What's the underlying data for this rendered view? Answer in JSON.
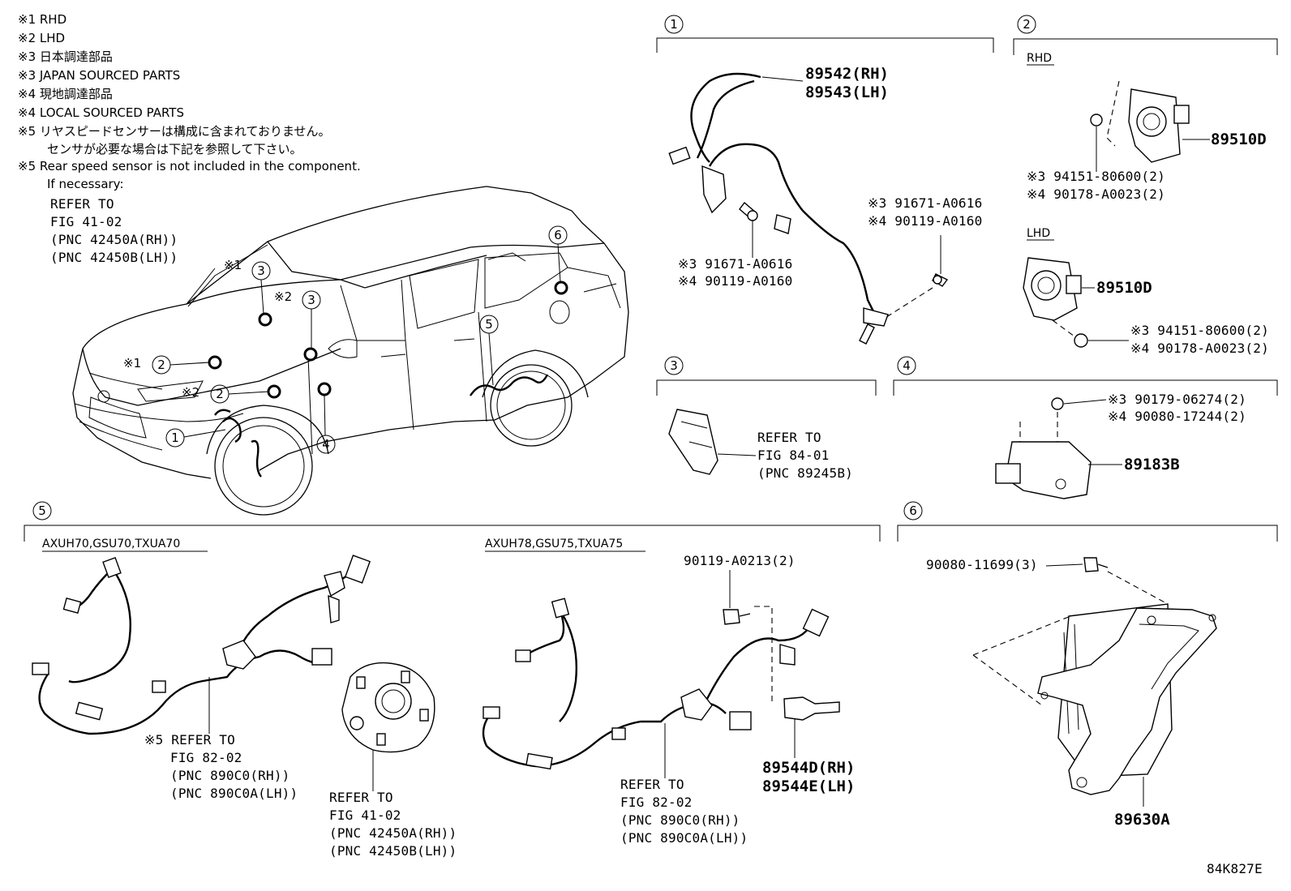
{
  "notes": [
    "※1 RHD",
    "※2 LHD",
    "※3 日本調達部品",
    "※3 JAPAN SOURCED PARTS",
    "※4 現地調達部品",
    "※4 LOCAL SOURCED PARTS",
    "※5 リヤスピードセンサーは構成に含まれておりません。",
    "センサが必要な場合は下記を参照して下さい。",
    "※5 Rear speed sensor is not included in the component.",
    "If necessary:"
  ],
  "refer_main": [
    "REFER TO",
    "FIG 41-02",
    "(PNC 42450A(RH))",
    "(PNC 42450B(LH))"
  ],
  "car_callouts": {
    "c1_mark": "※1",
    "c1_num": "3",
    "c2_mark": "※2",
    "c2_num": "3",
    "c3_num": "6",
    "c4_num": "5",
    "c5_mark": "※1",
    "c5_num": "2",
    "c6_mark": "※2",
    "c6_num": "2",
    "c7_num": "1",
    "c8_num": "4"
  },
  "sections": {
    "s1": {
      "num": "1",
      "pn_rh": "89542(RH)",
      "pn_lh": "89543(LH)",
      "bolt_a1": "※3 91671-A0616",
      "bolt_a2": "※4 90119-A0160",
      "bolt_b1": "※3 91671-A0616",
      "bolt_b2": "※4 90119-A0160"
    },
    "s2": {
      "num": "2",
      "rhd": "RHD",
      "lhd": "LHD",
      "pn_rhd": "89510D",
      "nut_rhd1": "※3 94151-80600(2)",
      "nut_rhd2": "※4 90178-A0023(2)",
      "pn_lhd": "89510D",
      "nut_lhd1": "※3 94151-80600(2)",
      "nut_lhd2": "※4 90178-A0023(2)"
    },
    "s3": {
      "num": "3",
      "refer": [
        "REFER TO",
        "FIG 84-01",
        "(PNC 89245B)"
      ]
    },
    "s4": {
      "num": "4",
      "nut1": "※3 90179-06274(2)",
      "nut2": "※4 90080-17244(2)",
      "pn": "89183B"
    },
    "s5": {
      "num": "5",
      "model_a": "AXUH70,GSU70,TXUA70",
      "model_b": "AXUH78,GSU75,TXUA75",
      "refer_a": [
        "※5 REFER TO",
        "FIG 82-02",
        "(PNC 890C0(RH))",
        "(PNC 890C0A(LH))"
      ],
      "refer_hub": [
        "REFER TO",
        "FIG 41-02",
        "(PNC 42450A(RH))",
        "(PNC 42450B(LH))"
      ],
      "refer_b": [
        "REFER TO",
        "FIG 82-02",
        "(PNC 890C0(RH))",
        "(PNC 890C0A(LH))"
      ],
      "bolt": "90119-A0213(2)",
      "pn_rh": "89544D(RH)",
      "pn_lh": "89544E(LH)"
    },
    "s6": {
      "num": "6",
      "bolt": "90080-11699(3)",
      "pn": "89630A"
    }
  },
  "figure_code": "84K827E"
}
